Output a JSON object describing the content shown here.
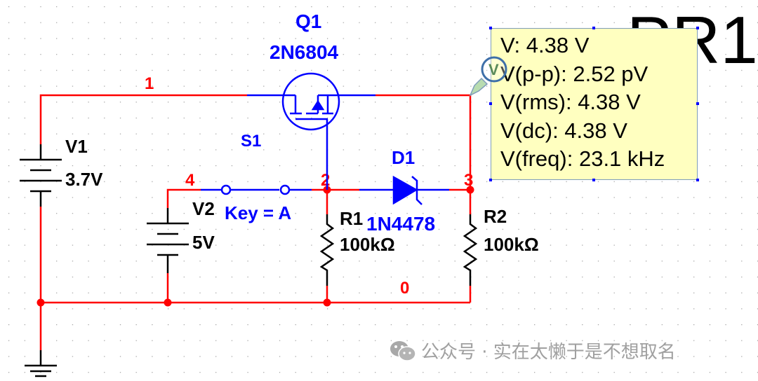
{
  "schematic": {
    "background_label": "PR1",
    "components": {
      "q1": {
        "ref": "Q1",
        "model": "2N6804",
        "type": "mosfet"
      },
      "s1": {
        "ref": "S1",
        "value": "Key = A",
        "type": "switch"
      },
      "v1": {
        "ref": "V1",
        "value": "3.7V",
        "type": "dc-battery"
      },
      "v2": {
        "ref": "V2",
        "value": "5V",
        "type": "dc-battery"
      },
      "d1": {
        "ref": "D1",
        "model": "1N4478",
        "type": "zener-diode"
      },
      "r1": {
        "ref": "R1",
        "value": "100kΩ",
        "type": "resistor"
      },
      "r2": {
        "ref": "R2",
        "value": "100kΩ",
        "type": "resistor"
      }
    },
    "nets": [
      "1",
      "4",
      "2",
      "3",
      "0"
    ],
    "colors": {
      "wire": "#ff0000",
      "component": "#0000ff",
      "passive": "#000000",
      "probe_bg": "#ffffc0"
    }
  },
  "probe": {
    "icon_letter": "V",
    "lines": [
      "V: 4.38 V",
      "V(p-p): 2.52 pV",
      "V(rms): 4.38 V",
      "V(dc): 4.38 V",
      "V(freq): 23.1 kHz"
    ]
  },
  "watermark": {
    "text": "公众号 · 实在太懒于是不想取名"
  }
}
